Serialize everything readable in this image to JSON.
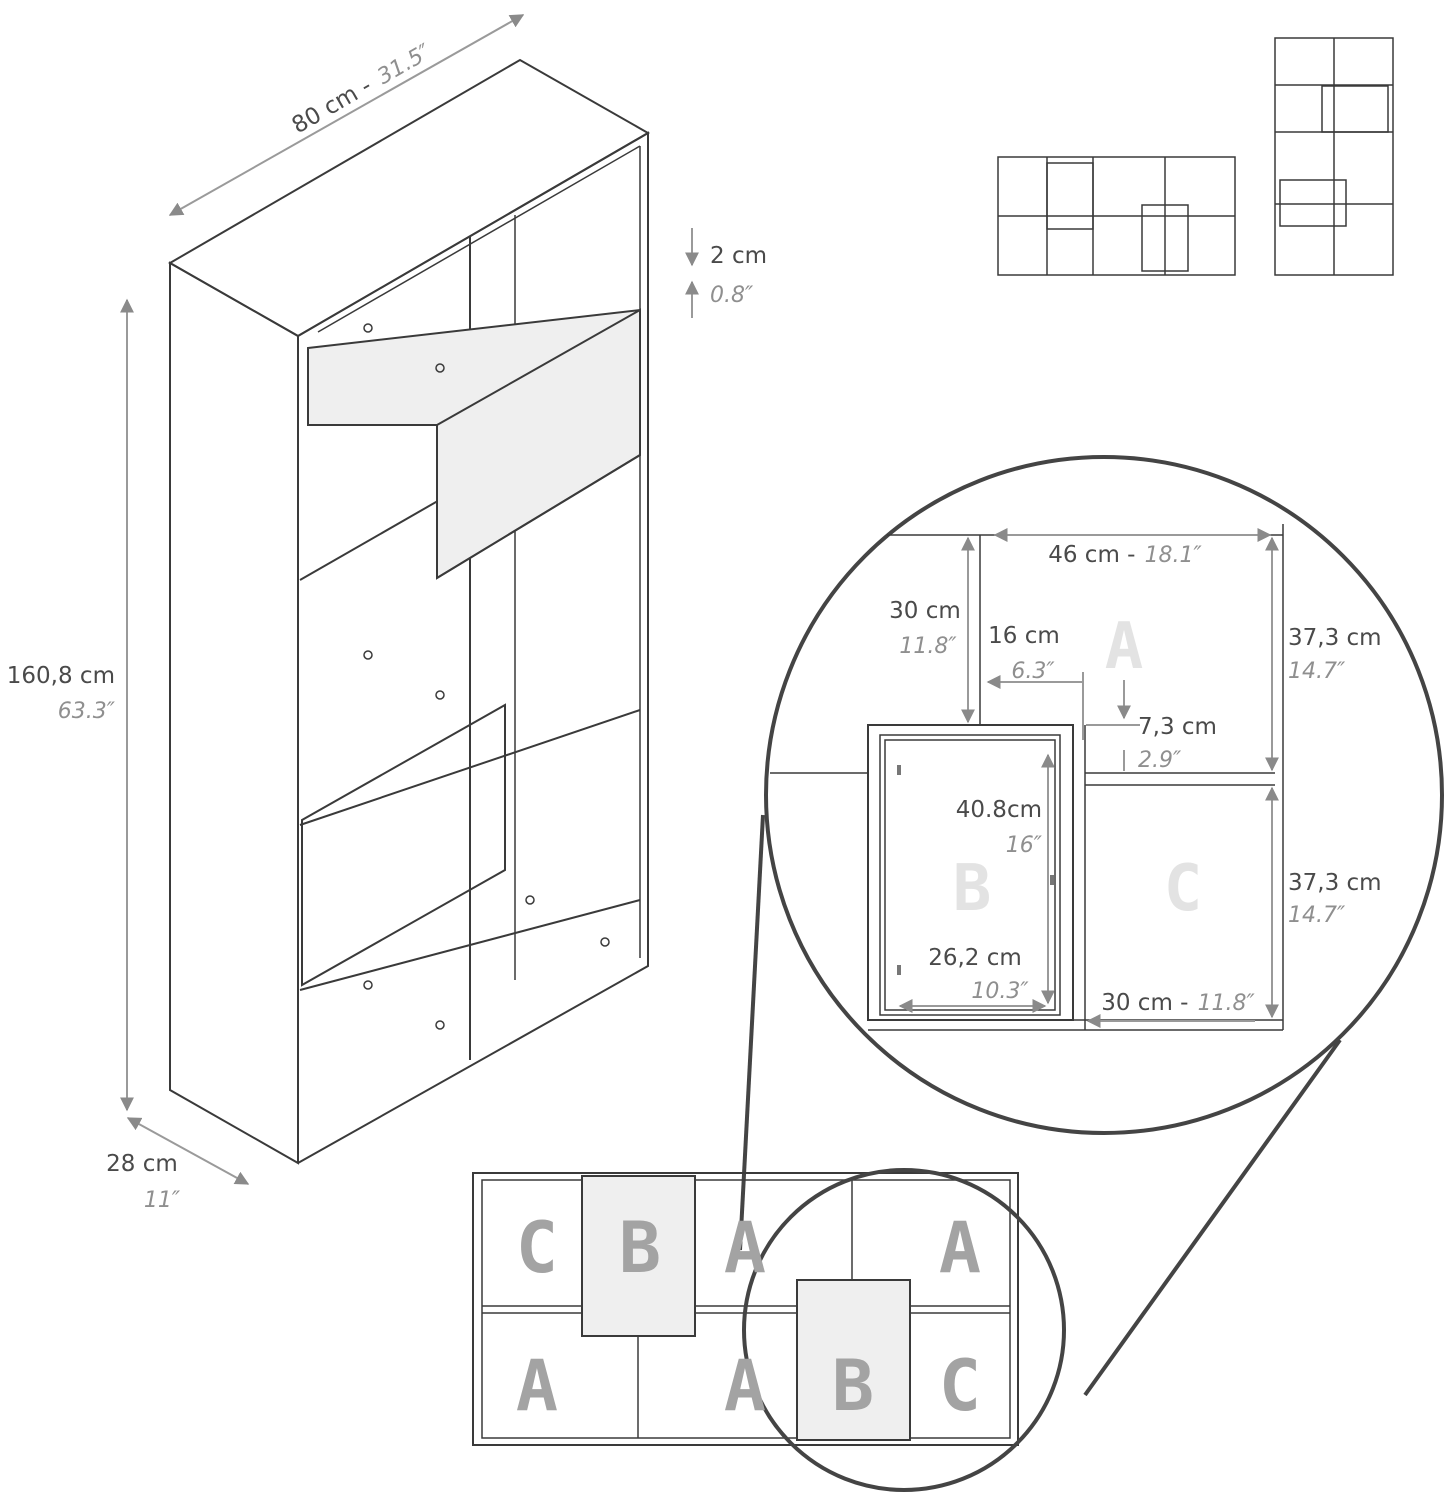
{
  "dimensions": {
    "width": {
      "cm": "80 cm -",
      "in": "31.5″"
    },
    "height": {
      "cm": "160,8 cm",
      "in": "63.3″"
    },
    "depth": {
      "cm": "28 cm",
      "in": "11″"
    },
    "thickness": {
      "cm": "2 cm",
      "in": "0.8″"
    }
  },
  "detail": {
    "top_width": {
      "cm": "46 cm -",
      "in": "18.1″"
    },
    "left_height": {
      "cm": "30 cm",
      "in": "11.8″"
    },
    "offset": {
      "cm": "16 cm",
      "in": "6.3″"
    },
    "step": {
      "cm": "7,3 cm",
      "in": "2.9″"
    },
    "right_upper": {
      "cm": "37,3 cm",
      "in": "14.7″"
    },
    "right_lower": {
      "cm": "37,3 cm",
      "in": "14.7″"
    },
    "door_height": {
      "cm": "40.8cm",
      "in": "16″"
    },
    "door_width": {
      "cm": "26,2 cm",
      "in": "10.3″"
    },
    "bottom_width": {
      "cm": "30 cm -",
      "in": "11.8″"
    },
    "letters": {
      "a": "A",
      "b": "B",
      "c": "C"
    }
  },
  "layout_labels": {
    "top": [
      "C",
      "B",
      "A",
      "A"
    ],
    "bottom": [
      "A",
      "A",
      "B",
      "C"
    ]
  }
}
